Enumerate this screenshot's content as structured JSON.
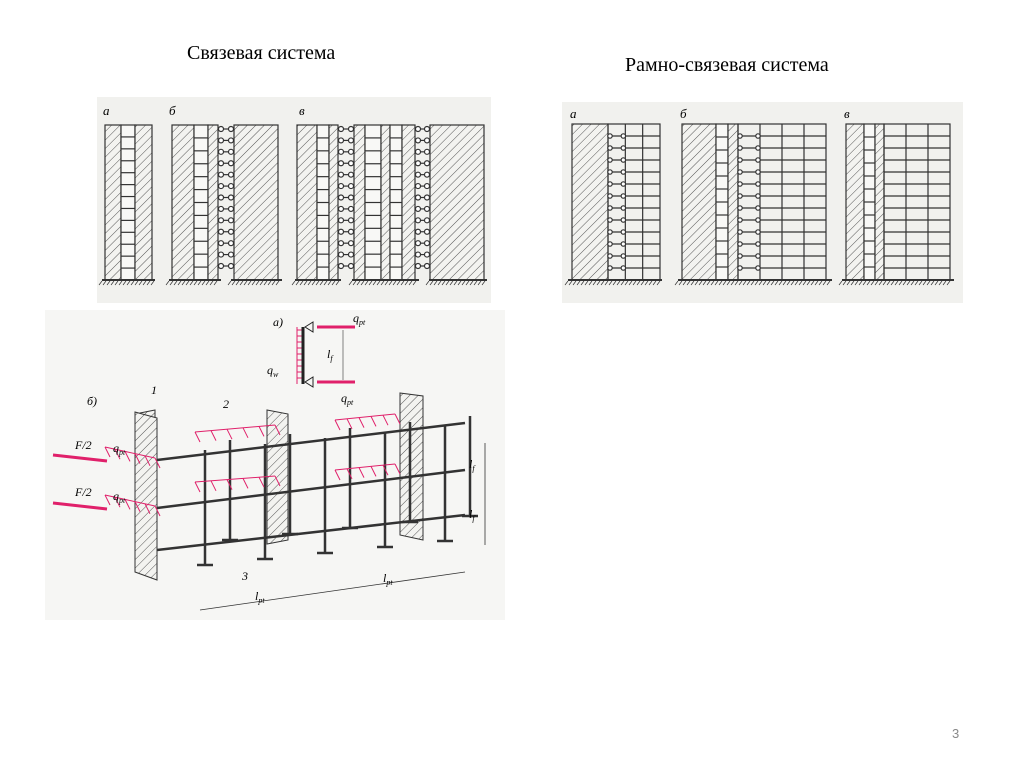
{
  "slide": {
    "title_left": "Связевая система",
    "title_right": "Рамно-связевая система",
    "page_number": "3"
  },
  "figure_left": {
    "labels": [
      "а",
      "б",
      "в"
    ]
  },
  "figure_right": {
    "labels": [
      "а",
      "б",
      "в"
    ]
  },
  "figure_bottom": {
    "label_a": "а)",
    "label_b": "б)",
    "q_pt": "q",
    "q_pt_sub": "pt",
    "q_w": "q",
    "q_w_sub": "w",
    "l_f": "l",
    "l_f_sub": "f",
    "l_pt": "l",
    "l_pt_sub": "pt",
    "force": "F/2",
    "callout_1": "1",
    "callout_2": "2",
    "callout_3": "3"
  },
  "colors": {
    "load": "#e0206a",
    "line": "#333333",
    "paper": "#f1f1ee"
  }
}
